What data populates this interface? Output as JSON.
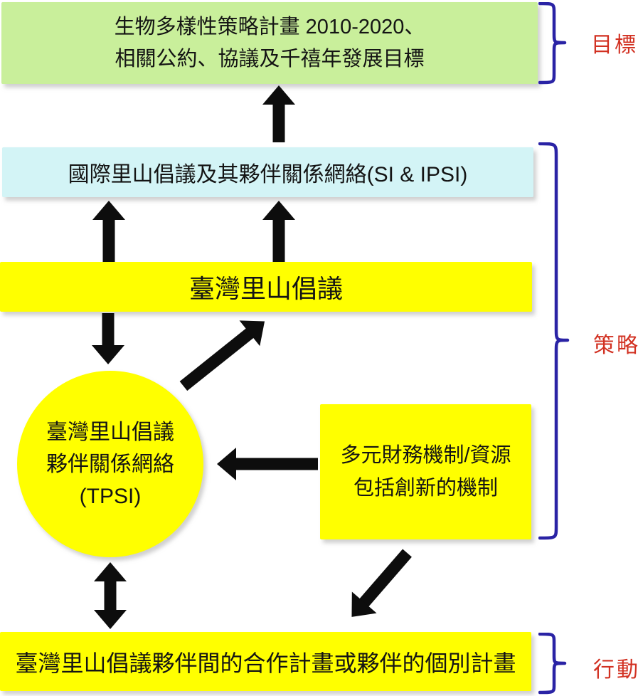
{
  "nodes": {
    "goal_box": {
      "lines": [
        "生物多樣性策略計畫 2010-2020、",
        "相關公約、協議及千禧年發展目標"
      ]
    },
    "intl_box": {
      "label": "國際里山倡議及其夥伴關係網絡(SI & IPSI)"
    },
    "taiwan_bar": {
      "label": "臺灣里山倡議"
    },
    "tpsi_circle": {
      "lines": [
        "臺灣里山倡議",
        "夥伴關係網絡",
        "(TPSI)"
      ]
    },
    "finance_box": {
      "lines": [
        "多元財務機制/資源",
        "包括創新的機制"
      ]
    },
    "action_bar": {
      "label": "臺灣里山倡議夥伴間的合作計畫或夥伴的個別計畫"
    }
  },
  "side_labels": {
    "goal": "目標",
    "strategy": "策略",
    "action": "行動"
  },
  "arrows": [
    {
      "from": "intl_box",
      "to": "goal_box",
      "direction": "up",
      "heads": 1
    },
    {
      "from": "taiwan_bar",
      "to": "intl_box",
      "direction": "up",
      "heads": 1,
      "position": "left"
    },
    {
      "from": "taiwan_bar",
      "to": "intl_box",
      "direction": "up",
      "heads": 1,
      "position": "center"
    },
    {
      "from": "taiwan_bar",
      "to": "tpsi_circle",
      "direction": "down",
      "heads": 1
    },
    {
      "from": "tpsi_circle",
      "to": "taiwan_bar",
      "direction": "up-right-diagonal",
      "heads": 1
    },
    {
      "from": "finance_box",
      "to": "tpsi_circle",
      "direction": "left",
      "heads": 1
    },
    {
      "from": "finance_box",
      "to": "action_bar",
      "direction": "down-left-diagonal",
      "heads": 1
    },
    {
      "from": "tpsi_circle",
      "to": "action_bar",
      "direction": "vertical",
      "heads": 2
    }
  ],
  "colors": {
    "goal_box_bg": "#c9ef9b",
    "intl_box_bg": "#d3f4f6",
    "yellow_bg": "#ffff00",
    "side_label_red": "#d23122",
    "brace_blue": "#2a23a5",
    "arrow_black": "#0d0d0d",
    "text": "#141414"
  }
}
